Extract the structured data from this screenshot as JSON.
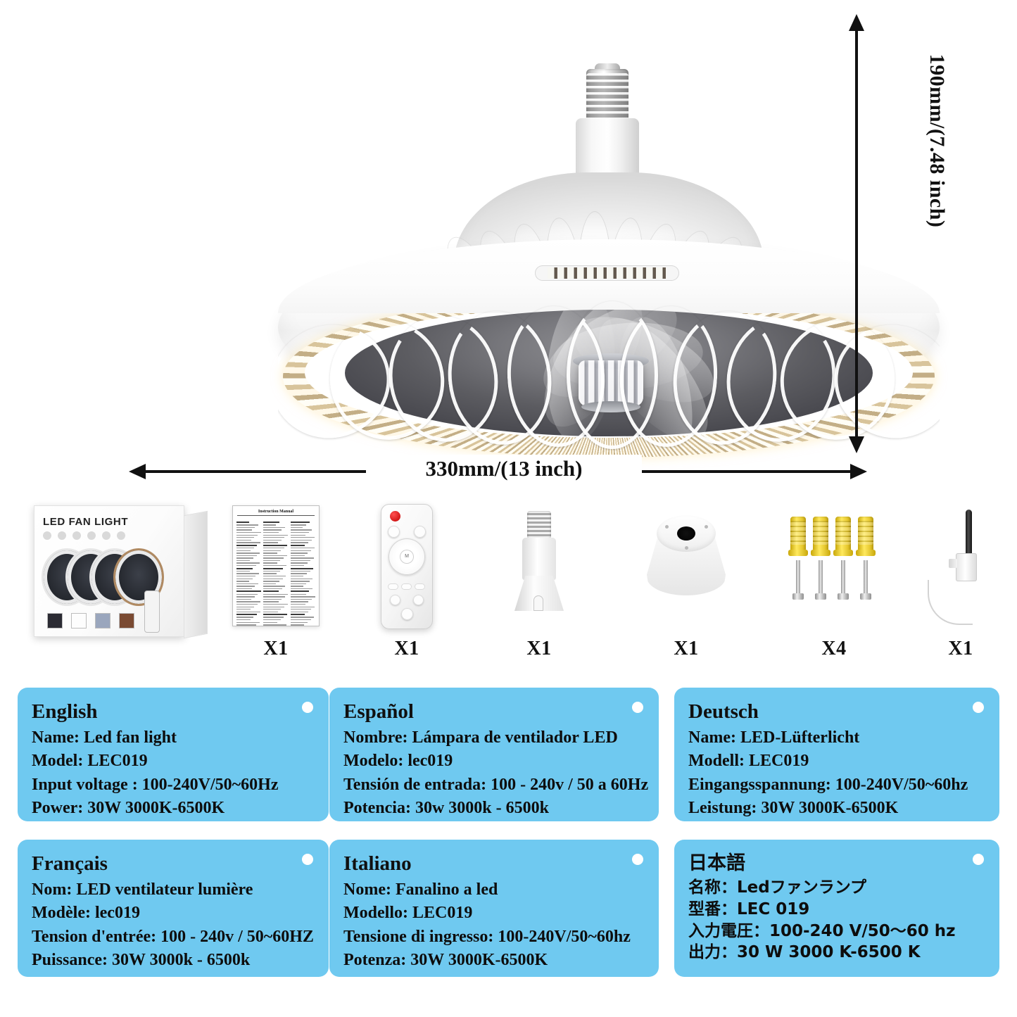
{
  "product": {
    "hero_alt": "LED ceiling fan light with crystal ring, E27 base",
    "dimensions": {
      "height_label": "190mm/(7.48 inch)",
      "width_label": "330mm/(13 inch)"
    }
  },
  "accessories": [
    {
      "name": "retail-package-box",
      "qty": "",
      "box_title": "LED FAN LIGHT"
    },
    {
      "name": "instruction-manual",
      "qty": "X1",
      "sheet_title": "Instruction Manual"
    },
    {
      "name": "remote-control",
      "qty": "X1",
      "mode_label": "M"
    },
    {
      "name": "e27-socket-adapter",
      "qty": "X1"
    },
    {
      "name": "ceiling-mount-base",
      "qty": "X1"
    },
    {
      "name": "wall-anchors-and-screws",
      "qty": "X4"
    },
    {
      "name": "rf-receiver-antenna",
      "qty": "X1"
    }
  ],
  "spec_cards": [
    {
      "id": "english",
      "title": "English",
      "lines": [
        "Name: Led fan light",
        "Model: LEC019",
        "Input voltage : 100-240V/50~60Hz",
        "Power:  30W  3000K-6500K"
      ]
    },
    {
      "id": "espanol",
      "title": "Español",
      "lines": [
        "Nombre: Lámpara de ventilador LED",
        "Modelo: lec019",
        "Tensión de entrada: 100 - 240v / 50 a 60Hz",
        "Potencia: 30w 3000k - 6500k"
      ]
    },
    {
      "id": "deutsch",
      "title": "Deutsch",
      "lines": [
        "Name: LED-Lüfterlicht",
        "Modell: LEC019",
        "Eingangsspannung: 100-240V/50~60hz",
        "Leistung: 30W 3000K-6500K"
      ]
    },
    {
      "id": "francais",
      "title": "Français",
      "lines": [
        "Nom: LED ventilateur lumière",
        "Modèle: lec019",
        "Tension d'entrée: 100 - 240v / 50~60HZ",
        "Puissance: 30W 3000k - 6500k"
      ]
    },
    {
      "id": "italiano",
      "title": "Italiano",
      "lines": [
        "Nome: Fanalino a led",
        "Modello: LEC019",
        "Tensione di ingresso: 100-240V/50~60hz",
        "Potenza: 30W 3000K-6500K"
      ]
    },
    {
      "id": "japanese",
      "title": "日本語",
      "lines": [
        "名称：Ledファンランプ",
        "型番：LEC 019",
        "入力電圧：100-240 V/50～60 hz",
        "出力：30 W 3000 K-6500 K"
      ]
    }
  ],
  "colors": {
    "card_blue": "#6FC9F0",
    "text_black": "#0d0d0d",
    "arrow_black": "#111111",
    "page_background": "#ffffff",
    "anchor_yellow": "#e8c81a",
    "remote_power_red": "#cc0000"
  }
}
